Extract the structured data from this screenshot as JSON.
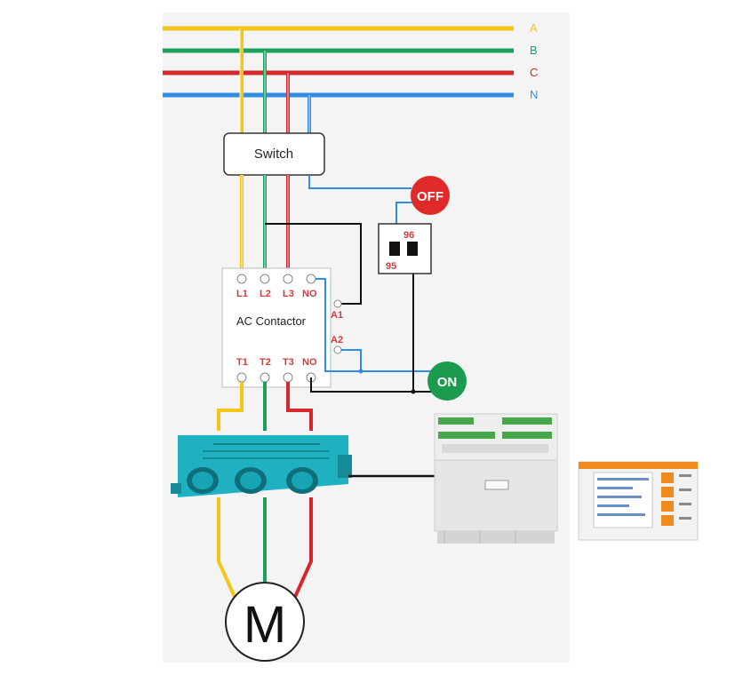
{
  "bus_lines": [
    {
      "label": "A",
      "color": "#f5c518"
    },
    {
      "label": "B",
      "color": "#19a05a"
    },
    {
      "label": "C",
      "color": "#d6282b"
    },
    {
      "label": "N",
      "color": "#2f8de4"
    }
  ],
  "switch_label": "Switch",
  "contactor": {
    "title": "AC Contactor",
    "top_terminals": [
      "L1",
      "L2",
      "L3",
      "NO"
    ],
    "bottom_terminals": [
      "T1",
      "T2",
      "T3",
      "NO"
    ],
    "coil_terminals": [
      "A1",
      "A2"
    ]
  },
  "relay_terminals": {
    "left": "95",
    "right": "96"
  },
  "off_button": {
    "label": "OFF",
    "color": "#e02a2a"
  },
  "on_button": {
    "label": "ON",
    "color": "#1b9a50"
  },
  "motor_label": "M",
  "colors": {
    "ground_wire": "#111111",
    "ct_body": "#1fb0c2",
    "meter_accent": "#f28b1e"
  }
}
